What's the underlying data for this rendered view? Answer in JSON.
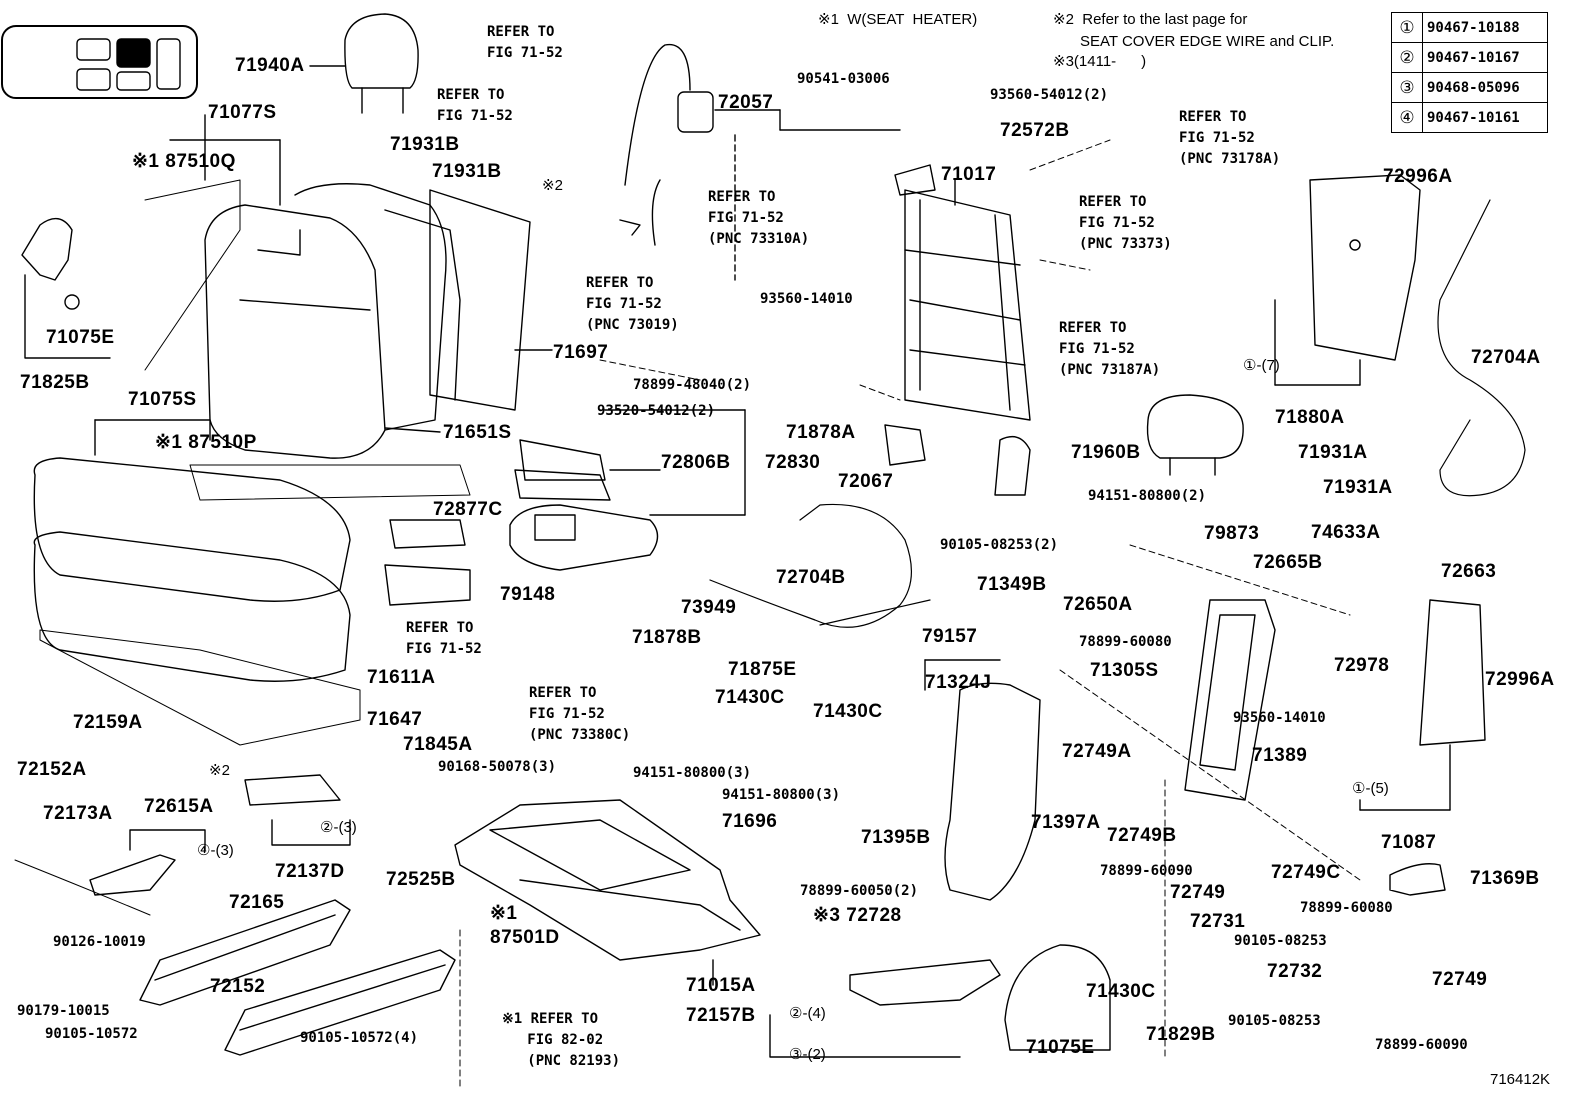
{
  "diagram_id": "716412K",
  "notes": {
    "n1": "※1  W(SEAT  HEATER)",
    "n2a": "※2  Refer to the last page for",
    "n2b": "SEAT COVER EDGE WIRE and CLIP.",
    "n3": "※3(1411-      )"
  },
  "legend": [
    {
      "mark": "①",
      "part": "90467-10188"
    },
    {
      "mark": "②",
      "part": "90467-10167"
    },
    {
      "mark": "③",
      "part": "90468-05096"
    },
    {
      "mark": "④",
      "part": "90467-10161"
    }
  ],
  "labels": {
    "p71940A": "71940A",
    "p71077S": "71077S",
    "p87510Q": "※1 87510Q",
    "p71931B_1": "71931B",
    "p71931B_2": "71931B",
    "p_x2_top": "※2",
    "p71075E_left": "71075E",
    "p71825B": "71825B",
    "p71697": "71697",
    "p71075S": "71075S",
    "p87510P": "※1 87510P",
    "p71651S": "71651S",
    "p72877C": "72877C",
    "p79148": "79148",
    "p71611A": "71611A",
    "p71647": "71647",
    "p72159A": "72159A",
    "p72152A": "72152A",
    "p_x2_mid": "※2",
    "p71845A": "71845A",
    "p90168": "90168-50078(3)",
    "p72173A": "72173A",
    "p72615A": "72615A",
    "p4_3": "④-(3)",
    "p2_3": "②-(3)",
    "p72137D": "72137D",
    "p72165": "72165",
    "p90126": "90126-10019",
    "p90179": "90179-10015",
    "p72152": "72152",
    "p90105_10572": "90105-10572",
    "p90105_10572_4": "90105-10572(4)",
    "p87501D": "※1\n87501D",
    "p72057": "72057",
    "p93520": "93520-54012(2)",
    "p72806B": "72806B",
    "p72830": "72830",
    "p71878B": "71878B",
    "p73949": "73949",
    "p71875E": "71875E",
    "p71430C_1": "71430C",
    "p94151_3a": "94151-80800(3)",
    "p94151_3b": "94151-80800(3)",
    "p71696": "71696",
    "p72525B": "72525B",
    "p78899_60050": "78899-60050(2)",
    "p72728": "※3 72728",
    "p71015A": "71015A",
    "p72157B": "72157B",
    "p2_4": "②-(4)",
    "p3_2": "③-(2)",
    "p71075E_bot": "71075E",
    "p71829B": "71829B",
    "p90541": "90541-03006",
    "p93560_54012": "93560-54012(2)",
    "p72572B": "72572B",
    "p71017": "71017",
    "p93560_14010_a": "93560-14010",
    "p78899_48040": "78899-48040(2)",
    "p71878A": "71878A",
    "p72067": "72067",
    "p94151_2": "94151-80800(2)",
    "p72704B": "72704B",
    "p71349B": "71349B",
    "p79157": "79157",
    "p71324J": "71324J",
    "p71430C_2": "71430C",
    "p71395B": "71395B",
    "p71397A": "71397A",
    "p71430C_3": "71430C",
    "p90105_08253_2": "90105-08253(2)",
    "p79873": "79873",
    "p74633A": "74633A",
    "p72665B": "72665B",
    "p72663": "72663",
    "p72650A": "72650A",
    "p78899_60080_a": "78899-60080",
    "p71305S": "71305S",
    "p72978": "72978",
    "p72749A": "72749A",
    "p93560_14010_b": "93560-14010",
    "p71389": "71389",
    "p72749B": "72749B",
    "p78899_60090_a": "78899-60090",
    "p72749_a": "72749",
    "p72731": "72731",
    "p90105_08253_a": "90105-08253",
    "p72749C": "72749C",
    "p78899_60080_b": "78899-60080",
    "p72732": "72732",
    "p72749_b": "72749",
    "p90105_08253_b": "90105-08253",
    "p78899_60090_b": "78899-60090",
    "p72996A_top": "72996A",
    "p1_7": "①-(7)",
    "p71880A": "71880A",
    "p72704A": "72704A",
    "p71960B": "71960B",
    "p71931A_1": "71931A",
    "p71931A_2": "71931A",
    "p72996A_r": "72996A",
    "p1_5": "①-(5)",
    "p71087": "71087",
    "p71369B": "71369B",
    "p716412K": "716412K"
  },
  "refs": {
    "r1": "REFER TO\nFIG 71-52",
    "r2": "REFER TO\nFIG 71-52",
    "r3": "REFER TO\nFIG 71-52\n(PNC 73310A)",
    "r4": "REFER TO\nFIG 71-52\n(PNC 73019)",
    "r5": "REFER TO\nFIG 71-52\n(PNC 73178A)",
    "r6": "REFER TO\nFIG 71-52\n(PNC 73373)",
    "r7": "REFER TO\nFIG 71-52\n(PNC 73187A)",
    "r8": "REFER TO\nFIG 71-52",
    "r9": "REFER TO\nFIG 71-52\n(PNC 73380C)",
    "r10": "※1 REFER TO\n   FIG 82-02\n   (PNC 82193)"
  }
}
